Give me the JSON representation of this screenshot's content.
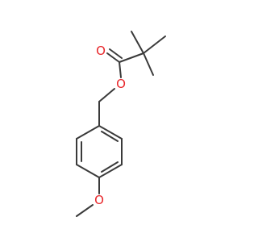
{
  "molecule": {
    "atoms": [
      {
        "id": "carbonyl_oxygen",
        "symbol": "O",
        "label": "O",
        "color": "#e8262a"
      },
      {
        "id": "ester_oxygen",
        "symbol": "O",
        "label": "O",
        "color": "#e8262a"
      },
      {
        "id": "ether_oxygen",
        "symbol": "O",
        "label": "O",
        "color": "#e8262a"
      }
    ],
    "bond_color": "#3a3a3a"
  }
}
